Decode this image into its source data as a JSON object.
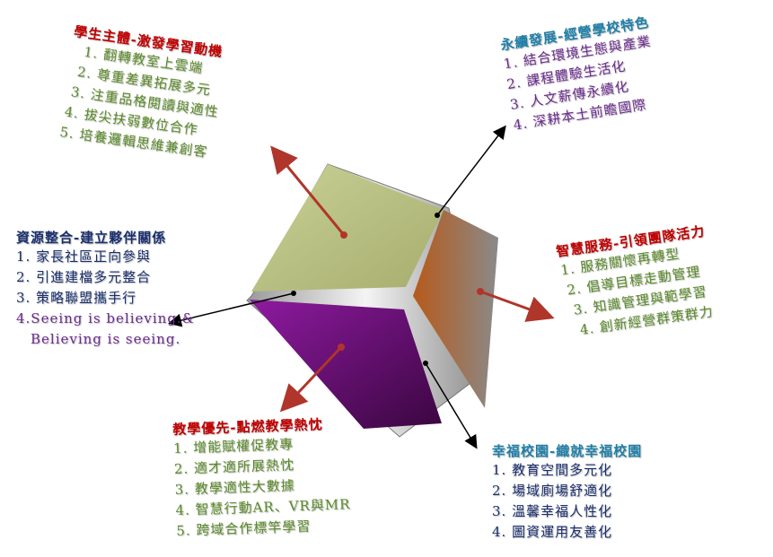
{
  "colors": {
    "face_top": "#c4cc8e",
    "face_right_start": "#b65a1a",
    "face_right_end": "#8a8a8a",
    "face_left": "#7a0f82",
    "arrow_red": "#b0352a",
    "arrow_black": "#000000",
    "red_title": "#c00000",
    "teal_title": "#1f7fa8",
    "green_items": "#5a8a28",
    "purple_items": "#6a2a8e",
    "navy_items": "#1a2f6e"
  },
  "blocks": {
    "student": {
      "title": "學生主體-激發學習動機",
      "items": [
        "1. 翻轉教室上雲端",
        "2. 尊重差異拓展多元",
        "3. 注重品格閱讀與適性",
        "4. 拔尖扶弱數位合作",
        "5. 培養邏輯思維兼創客"
      ]
    },
    "sustain": {
      "title": "永續發展-經營學校特色",
      "items": [
        "1. 結合環境生態與產業",
        "2. 課程體驗生活化",
        "3. 人文薪傳永續化",
        "4. 深耕本土前瞻國際"
      ]
    },
    "resource": {
      "title": "資源整合-建立夥伴關係",
      "items": [
        "1. 家長社區正向參與",
        "2. 引進建檔多元整合",
        "3. 策略聯盟攜手行",
        "4.Seeing is believing.&",
        "Believing is seeing."
      ]
    },
    "smart": {
      "title": "智慧服務-引領團隊活力",
      "items": [
        "1. 服務關懷再轉型",
        "2. 倡導目標走動管理",
        "3. 知識管理與範學習",
        "4. 創新經營群策群力"
      ]
    },
    "teaching": {
      "title": "教學優先-點燃教學熱忱",
      "items": [
        "1. 增能賦權促教專",
        "2. 適才適所展熱忱",
        "3. 教學適性大數據",
        "4. 智慧行動AR、VR與MR",
        "5. 跨域合作標竿學習"
      ]
    },
    "happy": {
      "title": "幸福校園-織就幸福校園",
      "items": [
        "1. 教育空間多元化",
        "2. 場域廁場舒適化",
        "3. 溫馨幸福人性化",
        "4. 圖資運用友善化"
      ]
    }
  }
}
